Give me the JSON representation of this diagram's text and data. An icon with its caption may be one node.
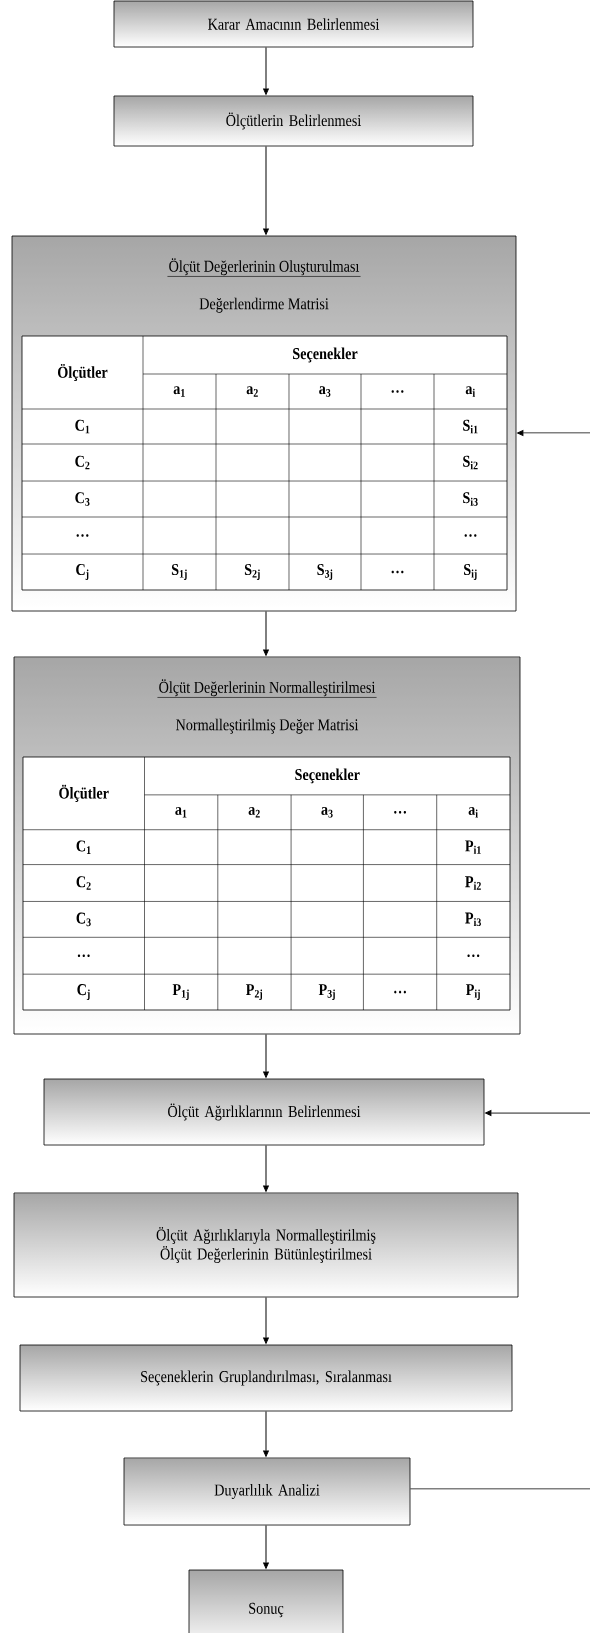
{
  "diagram": {
    "nodes": [
      {
        "text": [
          "Karar Amacının Belirlenmesi"
        ]
      },
      {
        "text": [
          "Ölçütlerin Belirlenmesi"
        ]
      },
      {
        "text": [
          "Ölçüt Değerlerinin Oluşturulması",
          "Değerlendirme Matrisi"
        ]
      },
      {
        "text": [
          "Ölçütler",
          "Seçenekler",
          "a$_{1}$",
          "a$_{2}$",
          "a$_{3}$",
          "…",
          "a$_{i}$",
          "C$_{1}$",
          "S$_{i1}$",
          "C$_{2}$",
          "S$_{i2}$",
          "C$_{3}$",
          "S$_{i3}$",
          "…",
          "…",
          "C$_{j}$",
          "S$_{1j}$",
          "S$_{2j}$",
          "S$_{3j}$",
          "…",
          "S$_{ij}$"
        ],
        "in": 2
      },
      {
        "text": [
          "Ölçüt Değerlerinin Normalleştirilmesi",
          "Normalleştirilmiş Değer Matrisi"
        ]
      },
      {
        "text": [
          "Ölçütler",
          "Seçenekler",
          "a$_{1}$",
          "a$_{2}$",
          "a$_{3}$",
          "…",
          "a$_{i}$",
          "C$_{1}$",
          "P$_{i1}$",
          "C$_{2}$",
          "P$_{i2}$",
          "C$_{3}$",
          "P$_{i3}$",
          "…",
          "…",
          "C$_{j}$",
          "P$_{1j}$",
          "P$_{2j}$",
          "P$_{3j}$",
          "…",
          "P$_{ij}$"
        ],
        "in": 4
      },
      {
        "text": [
          "Ölçüt Ağırlıklarının Belirlenmesi"
        ]
      },
      {
        "text": [
          "Ölçüt Ağırlıklarıyla Normalleştirilmiş Ölçüt Değerlerinin Bütünleştirilmesi"
        ]
      },
      {
        "text": [
          "Seçeneklerin Gruplandırılması, Sıralanması"
        ]
      },
      {
        "text": [
          "Duyarlılık Analizi"
        ]
      },
      {
        "text": [
          "Sonuç"
        ]
      }
    ],
    "edges": [
      {
        "from": 0,
        "to": 1,
        "arrow": "to"
      },
      {
        "from": 1,
        "to": 2,
        "arrow": "to"
      },
      {
        "from": 2,
        "to": 4,
        "arrow": "to"
      },
      {
        "from": 4,
        "to": 6,
        "arrow": "to"
      },
      {
        "from": 6,
        "to": 7,
        "arrow": "to"
      },
      {
        "from": 7,
        "to": 8,
        "arrow": "to"
      },
      {
        "from": 8,
        "to": 9,
        "arrow": "to"
      },
      {
        "from": 9,
        "to": 10,
        "arrow": "to"
      },
      {
        "from": null,
        "to": 2,
        "arrow": "to"
      },
      {
        "from": null,
        "to": 6,
        "arrow": "to"
      },
      {
        "from": 9,
        "to": null,
        "arrow": "none"
      }
    ]
  }
}
